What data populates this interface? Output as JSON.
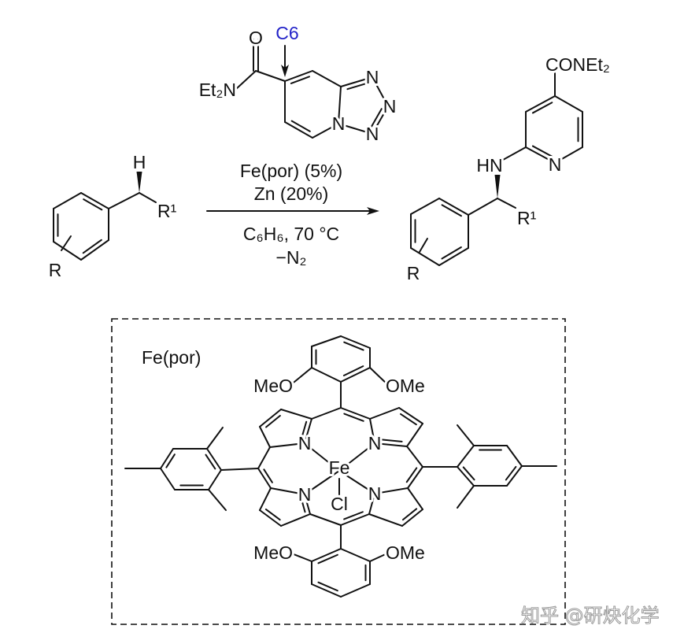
{
  "reagent": {
    "c6_label": "C6",
    "oxygen": "O",
    "amide": "Et₂N",
    "ring_n": [
      "N",
      "N",
      "N",
      "N"
    ]
  },
  "substrate": {
    "h_label": "H",
    "r1_label": "R¹",
    "r_label": "R"
  },
  "conditions": {
    "line1": "Fe(por) (5%)",
    "line2": "Zn (20%)",
    "line3": "C₆H₆, 70 °C",
    "line4": "−N₂"
  },
  "product": {
    "amide": "CONEt₂",
    "hn_label": "HN",
    "pyridine_n": "N",
    "r1_label": "R¹",
    "r_label": "R"
  },
  "catalyst": {
    "title": "Fe(por)",
    "meo_top_left": "MeO",
    "ome_top_right": "OMe",
    "meo_bottom_left": "MeO",
    "ome_bottom_right": "OMe",
    "n_labels": [
      "N",
      "N",
      "N",
      "N"
    ],
    "metal": "Fe",
    "axial_ligand": "Cl"
  },
  "watermark": "知乎 @研炔化学",
  "colors": {
    "highlight": "#2323c8",
    "ink": "#111111"
  }
}
